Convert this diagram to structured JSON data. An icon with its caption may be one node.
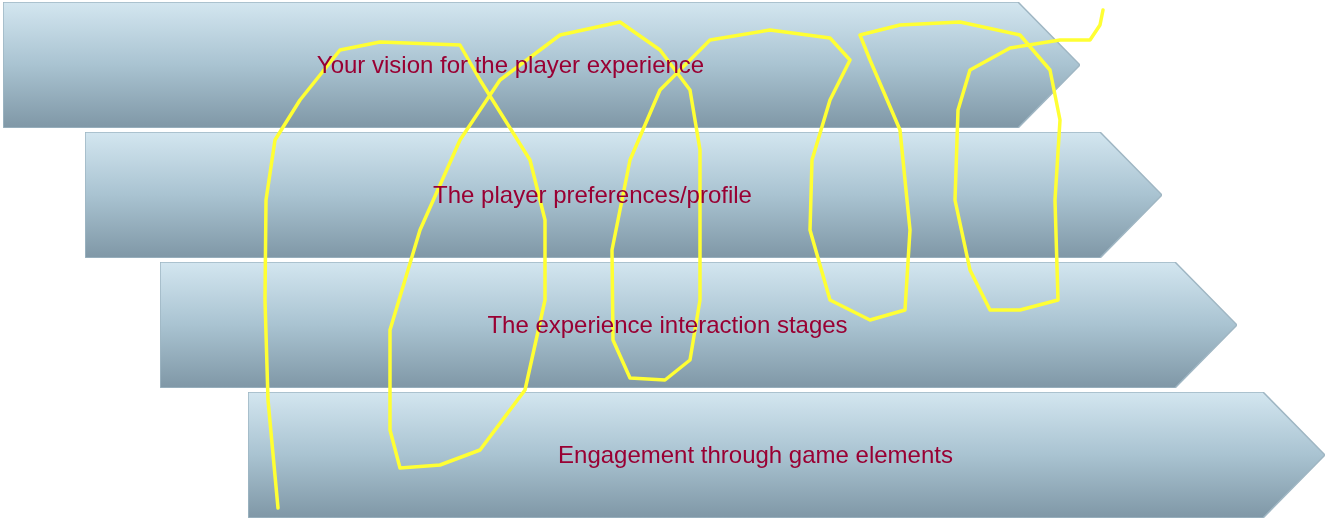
{
  "diagram": {
    "nodes": [
      {
        "text": [
          "Your vision for the player experience"
        ]
      },
      {
        "text": [
          "The player preferences/profile"
        ]
      },
      {
        "text": [
          "The experience interaction stages"
        ]
      },
      {
        "text": [
          "Engagement through game elements"
        ]
      }
    ]
  }
}
